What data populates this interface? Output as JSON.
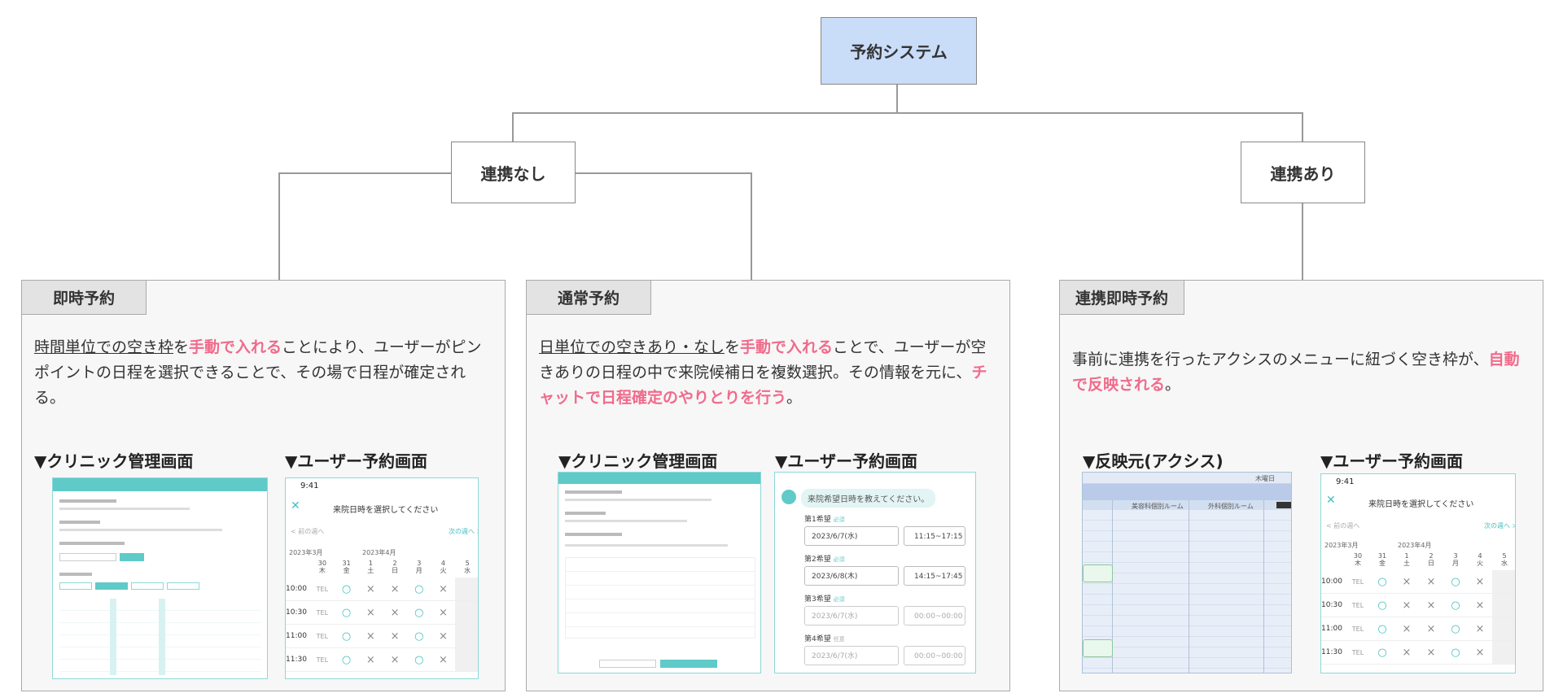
{
  "tree": {
    "root": "予約システム",
    "left_branch": "連携なし",
    "right_branch": "連携あり"
  },
  "panels": [
    {
      "tab": "即時予約",
      "desc": {
        "p1": "時間単位での空き枠",
        "p2": "を",
        "p3": "手動で入れる",
        "p4": "ことにより、ユーザーがピンポイントの日程を選択できることで、その場で日程が確定される。"
      },
      "shot_titles": [
        "▼クリニック管理画面",
        "▼ユーザー予約画面"
      ]
    },
    {
      "tab": "通常予約",
      "desc": {
        "p1": "日単位での空きあり・なし",
        "p2": "を",
        "p3": "手動で入れる",
        "p4": "ことで、ユーザーが空きありの日程の中で来院候補日を複数選択。その情報を元に、",
        "p5": "チャットで日程確定のやりとりを行う",
        "p6": "。"
      },
      "shot_titles": [
        "▼クリニック管理画面",
        "▼ユーザー予約画面"
      ]
    },
    {
      "tab": "連携即時予約",
      "desc": {
        "p1": "事前に連携を行ったアクシスのメニューに紐づく空き枠が、",
        "p2": "自動で反映される",
        "p3": "。"
      },
      "shot_titles": [
        "▼反映元(アクシス)",
        "▼ユーザー予約画面"
      ]
    }
  ],
  "user_screen": {
    "time": "9:41",
    "title": "来院日時を選択してください",
    "prev": "< 前の週へ",
    "next": "次の週へ >",
    "months": [
      "2023年3月",
      "2023年4月"
    ],
    "days": [
      {
        "d": "30",
        "w": "木"
      },
      {
        "d": "31",
        "w": "金"
      },
      {
        "d": "1",
        "w": "土"
      },
      {
        "d": "2",
        "w": "日"
      },
      {
        "d": "3",
        "w": "月"
      },
      {
        "d": "4",
        "w": "火"
      },
      {
        "d": "5",
        "w": "水"
      }
    ],
    "rows": [
      {
        "t": "10:00",
        "c": [
          "TEL",
          "○",
          "×",
          "×",
          "○",
          "×"
        ]
      },
      {
        "t": "10:30",
        "c": [
          "TEL",
          "○",
          "×",
          "×",
          "○",
          "×"
        ]
      },
      {
        "t": "11:00",
        "c": [
          "TEL",
          "○",
          "×",
          "×",
          "○",
          "×"
        ]
      },
      {
        "t": "11:30",
        "c": [
          "TEL",
          "○",
          "×",
          "×",
          "○",
          "×"
        ]
      }
    ]
  },
  "chat_screen": {
    "bubble": "来院希望日時を教えてください。",
    "required": "必須",
    "optional": "任意",
    "prefs": [
      {
        "label": "第1希望",
        "date": "2023/6/7(水)",
        "time": "11:15~17:15"
      },
      {
        "label": "第2希望",
        "date": "2023/6/8(木)",
        "time": "14:15~17:45"
      },
      {
        "label": "第3希望",
        "date": "2023/6/7(水)",
        "time": "00:00~00:00"
      },
      {
        "label": "第4希望",
        "date": "2023/6/7(水)",
        "time": "00:00~00:00"
      }
    ]
  },
  "axis_screen": {
    "day": "木曜日",
    "cols": [
      "美容科個別ルーム",
      "外科個別ルーム"
    ]
  },
  "colors": {
    "root_fill": "#c9dcf8",
    "accent_pink": "#f06b8b",
    "accent_teal": "#5fcac8"
  }
}
